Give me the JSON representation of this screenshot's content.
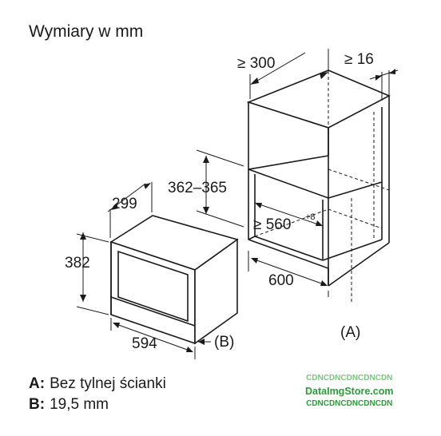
{
  "title": "Wymiary w mm",
  "dimensions": {
    "cabinet_depth_min": "≥ 300",
    "cabinet_gap_min": "≥ 16",
    "niche_height": "362–365",
    "niche_width_min": "≥ 560",
    "niche_width_tolerance": "+8",
    "cabinet_width": "600",
    "appliance_depth": "299",
    "appliance_height": "382",
    "appliance_width": "594"
  },
  "markers": {
    "a": "(A)",
    "b": "(B)"
  },
  "legend": [
    {
      "key": "A:",
      "text": "Bez tylnej ścianki"
    },
    {
      "key": "B:",
      "text": "19,5 mm"
    }
  ],
  "watermark": {
    "line1": "CDNCDNCDNCDNCDN",
    "line2": "DataImgStore.com",
    "line3": "CDNCDNCDNCDNCDN"
  }
}
